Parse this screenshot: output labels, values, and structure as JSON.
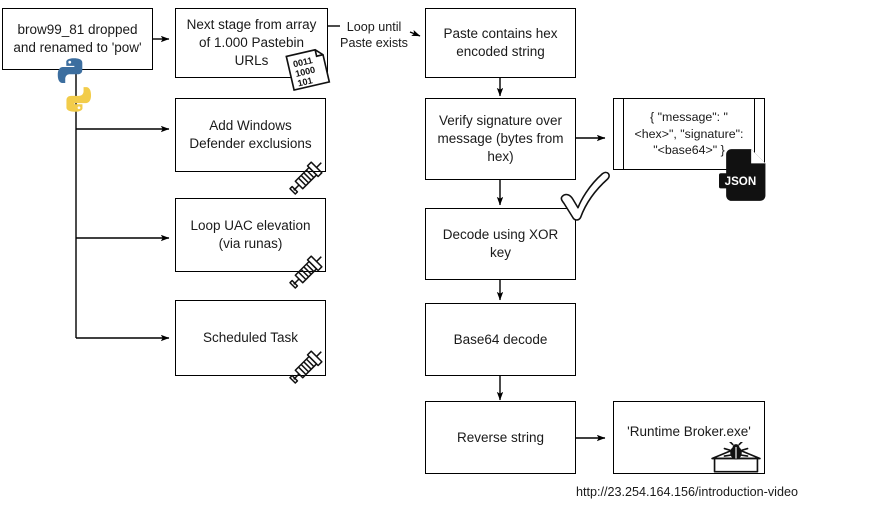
{
  "diagram": {
    "title_caption": "http://23.254.164.156/introduction-video",
    "nodes": [
      {
        "id": "drop",
        "label": "brow99_81 dropped\nand renamed to 'pow'"
      },
      {
        "id": "nextstage",
        "label": "Next stage from array\nof 1.000 Pastebin\nURLs"
      },
      {
        "id": "paste",
        "label": "Paste contains hex\nencoded string"
      },
      {
        "id": "defender",
        "label": "Add Windows\nDefender exclusions"
      },
      {
        "id": "uac",
        "label": "Loop UAC elevation\n(via runas)"
      },
      {
        "id": "schedtask",
        "label": "Scheduled Task"
      },
      {
        "id": "verify",
        "label": "Verify signature over\nmessage (bytes from\nhex)"
      },
      {
        "id": "jsonblob",
        "label": "{ \"message\": \"\n<hex>\", \"signature\":\n\"<base64>\" }"
      },
      {
        "id": "xor",
        "label": "Decode using XOR\nkey"
      },
      {
        "id": "b64",
        "label": "Base64 decode"
      },
      {
        "id": "reverse",
        "label": "Reverse string"
      },
      {
        "id": "payload",
        "label": "'Runtime Broker.exe'"
      }
    ],
    "edge_labels": [
      {
        "id": "loop",
        "label": "Loop until\nPaste exists"
      }
    ],
    "icons": [
      {
        "id": "python-logo",
        "name": "python-logo-icon"
      },
      {
        "id": "binary-file",
        "name": "binary-file-icon",
        "text": "0011 1000 101"
      },
      {
        "id": "syringe-1",
        "name": "syringe-icon"
      },
      {
        "id": "syringe-2",
        "name": "syringe-icon"
      },
      {
        "id": "syringe-3",
        "name": "syringe-icon"
      },
      {
        "id": "json-file",
        "name": "json-file-icon",
        "text": "JSON"
      },
      {
        "id": "checkmark",
        "name": "checkmark-icon"
      },
      {
        "id": "trojan",
        "name": "trojan-bug-icon"
      }
    ],
    "colors": {
      "stroke": "#000000",
      "text": "#1a1a1a",
      "background": "#ffffff",
      "python_blue": "#3C6E9F",
      "python_yellow": "#F2CC4A"
    }
  }
}
